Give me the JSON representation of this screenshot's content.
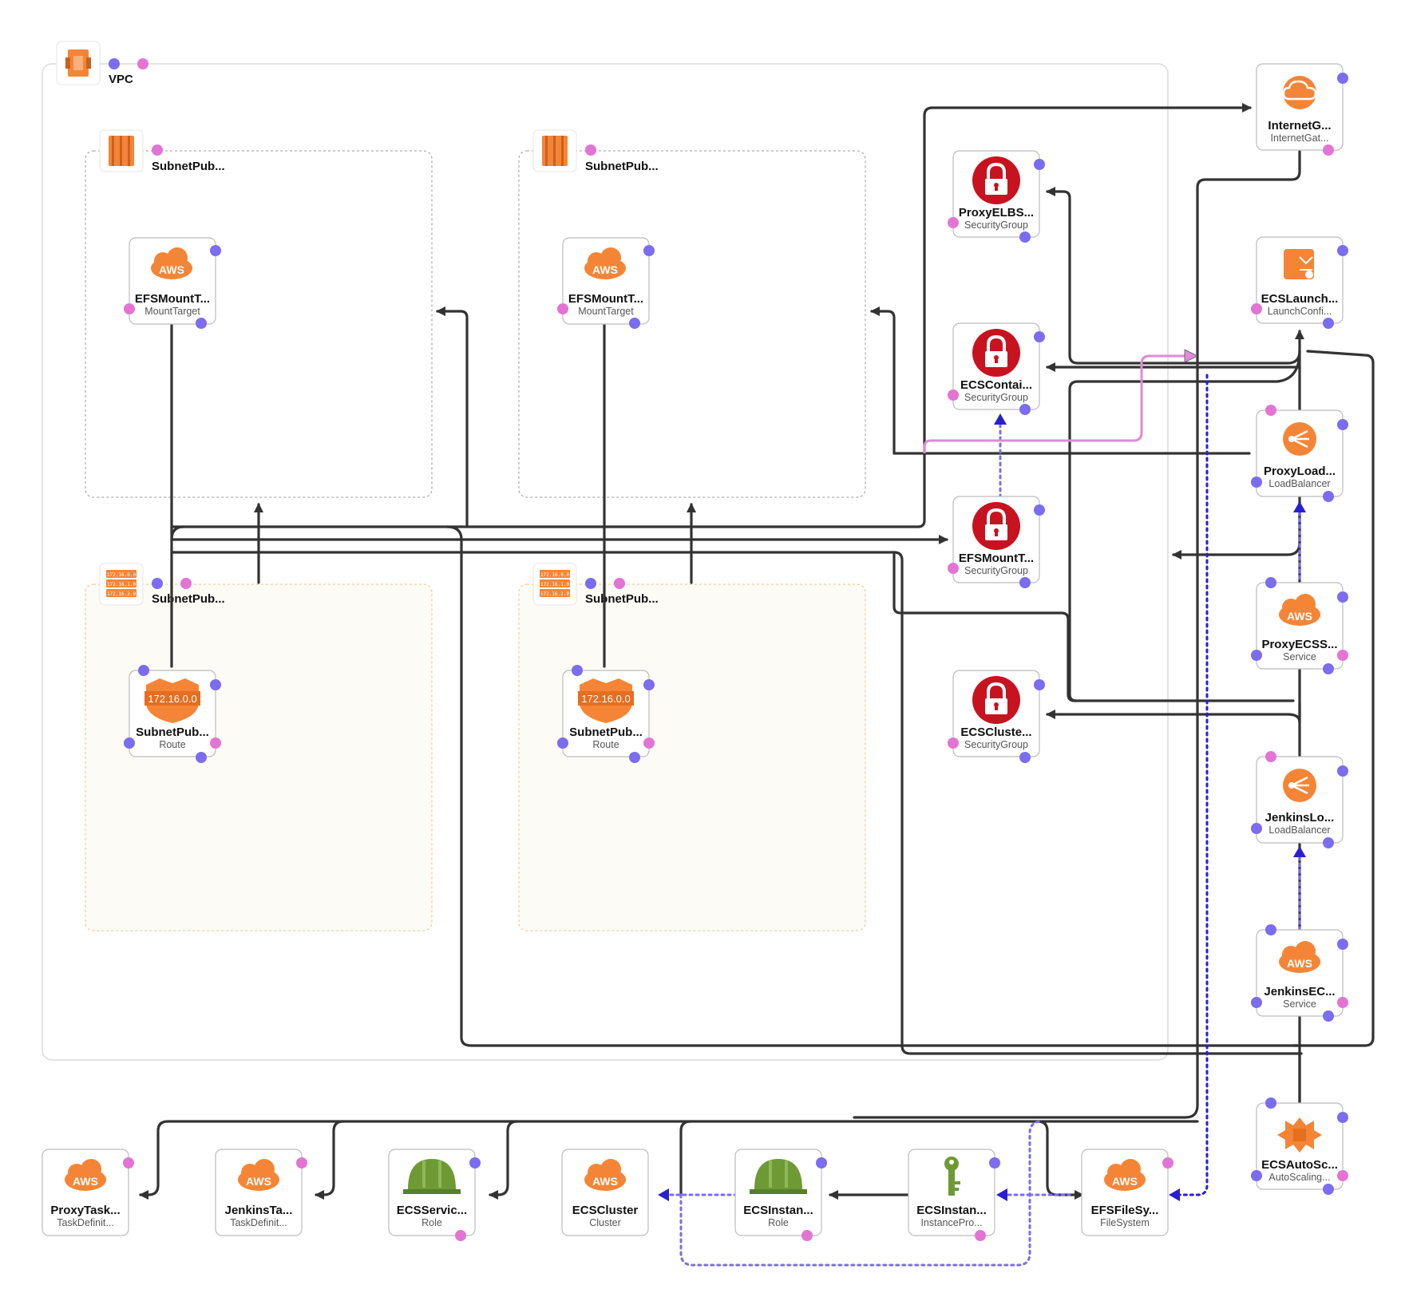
{
  "groups": {
    "vpc": {
      "title": "VPC"
    },
    "subnet_a": {
      "title": "SubnetPub..."
    },
    "subnet_b": {
      "title": "SubnetPub..."
    },
    "subnet_c": {
      "title": "SubnetPub..."
    },
    "subnet_d": {
      "title": "SubnetPub..."
    }
  },
  "icons": {
    "aws_orange": "#F58536",
    "sg_red": "#C7131F",
    "role_green": "#6E9A35",
    "port_blue": "#7B6CF0",
    "port_pink": "#E374D4",
    "edge_dark": "#333333",
    "edge_blue": "#2A1FD0",
    "aws_text": "AWS",
    "route_text": "172.16.0.0",
    "cidr_rows": [
      "172.16.0.0",
      "172.16.1.0",
      "172.16.2.0"
    ]
  },
  "nodes": {
    "efs_mount_1": {
      "title": "EFSMountT...",
      "sub": "MountTarget",
      "icon": "aws-cloud-icon"
    },
    "efs_mount_2": {
      "title": "EFSMountT...",
      "sub": "MountTarget",
      "icon": "aws-cloud-icon"
    },
    "route_1": {
      "title": "SubnetPub...",
      "sub": "Route",
      "icon": "route-shield-icon"
    },
    "route_2": {
      "title": "SubnetPub...",
      "sub": "Route",
      "icon": "route-shield-icon"
    },
    "proxy_elb_sg": {
      "title": "ProxyELBS...",
      "sub": "SecurityGroup",
      "icon": "lock-icon"
    },
    "ecs_container_sg": {
      "title": "ECSContai...",
      "sub": "SecurityGroup",
      "icon": "lock-icon"
    },
    "efs_mount_sg": {
      "title": "EFSMountT...",
      "sub": "SecurityGroup",
      "icon": "lock-icon"
    },
    "ecs_cluster_sg": {
      "title": "ECSCluste...",
      "sub": "SecurityGroup",
      "icon": "lock-icon"
    },
    "internet_gw": {
      "title": "InternetG...",
      "sub": "InternetGat...",
      "icon": "cloud-outline-icon"
    },
    "ecs_launch": {
      "title": "ECSLaunch...",
      "sub": "LaunchConfi...",
      "icon": "launch-config-icon"
    },
    "proxy_lb": {
      "title": "ProxyLoad...",
      "sub": "LoadBalancer",
      "icon": "load-balancer-icon"
    },
    "proxy_ecs_service": {
      "title": "ProxyECSS...",
      "sub": "Service",
      "icon": "aws-cloud-icon"
    },
    "jenkins_lb": {
      "title": "JenkinsLo...",
      "sub": "LoadBalancer",
      "icon": "load-balancer-icon"
    },
    "jenkins_ecs_service": {
      "title": "JenkinsEC...",
      "sub": "Service",
      "icon": "aws-cloud-icon"
    },
    "ecs_autoscaling": {
      "title": "ECSAutoSc...",
      "sub": "AutoScaling...",
      "icon": "autoscaling-icon"
    },
    "proxy_task": {
      "title": "ProxyTask...",
      "sub": "TaskDefinit...",
      "icon": "aws-cloud-icon"
    },
    "jenkins_task": {
      "title": "JenkinsTa...",
      "sub": "TaskDefinit...",
      "icon": "aws-cloud-icon"
    },
    "ecs_service_role": {
      "title": "ECSServic...",
      "sub": "Role",
      "icon": "helmet-icon"
    },
    "ecs_cluster": {
      "title": "ECSCluster",
      "sub": "Cluster",
      "icon": "aws-cloud-icon"
    },
    "ecs_instance_role": {
      "title": "ECSInstan...",
      "sub": "Role",
      "icon": "helmet-icon"
    },
    "ecs_instance_profile": {
      "title": "ECSInstan...",
      "sub": "InstancePro...",
      "icon": "key-icon"
    },
    "efs_filesystem": {
      "title": "EFSFileSy...",
      "sub": "FileSystem",
      "icon": "aws-cloud-icon"
    }
  }
}
